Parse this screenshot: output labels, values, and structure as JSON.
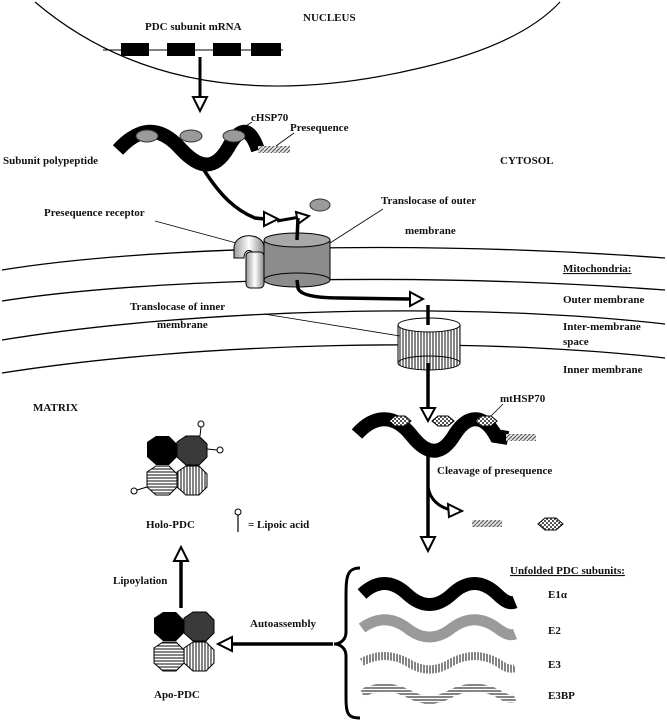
{
  "compartments": {
    "nucleus": "NUCLEUS",
    "cytosol": "CYTOSOL",
    "matrix": "MATRIX"
  },
  "labels": {
    "mrna": "PDC subunit mRNA",
    "polypeptide": "Subunit polypeptide",
    "chsp70": "cHSP70",
    "presequence": "Presequence",
    "receptor": "Presequence receptor",
    "tom_line1": "Translocase of outer",
    "tom_line2": "membrane",
    "tim_line1": "Translocase of inner",
    "tim_line2": "membrane",
    "mthsp70": "mtHSP70",
    "cleavage": "Cleavage of presequence",
    "holo_pdc": "Holo-PDC",
    "lipoic_eq": "= Lipoic acid",
    "lipoylation": "Lipoylation",
    "autoassembly": "Autoassembly",
    "apo_pdc": "Apo-PDC"
  },
  "mitochondria": {
    "title": "Mitochondria:",
    "outer": "Outer membrane",
    "inter_line1": "Inter-membrane",
    "inter_line2": "space",
    "inner": "Inner membrane"
  },
  "unfolded": {
    "title": "Unfolded PDC subunits:",
    "e1a": "E1α",
    "e2": "E2",
    "e3": "E3",
    "e3bp": "E3BP"
  },
  "colors": {
    "black": "#000000",
    "dark_grey": "#3a3a3a",
    "mid_grey": "#8c8c8c",
    "light_grey": "#bdbdbd",
    "white": "#ffffff"
  }
}
